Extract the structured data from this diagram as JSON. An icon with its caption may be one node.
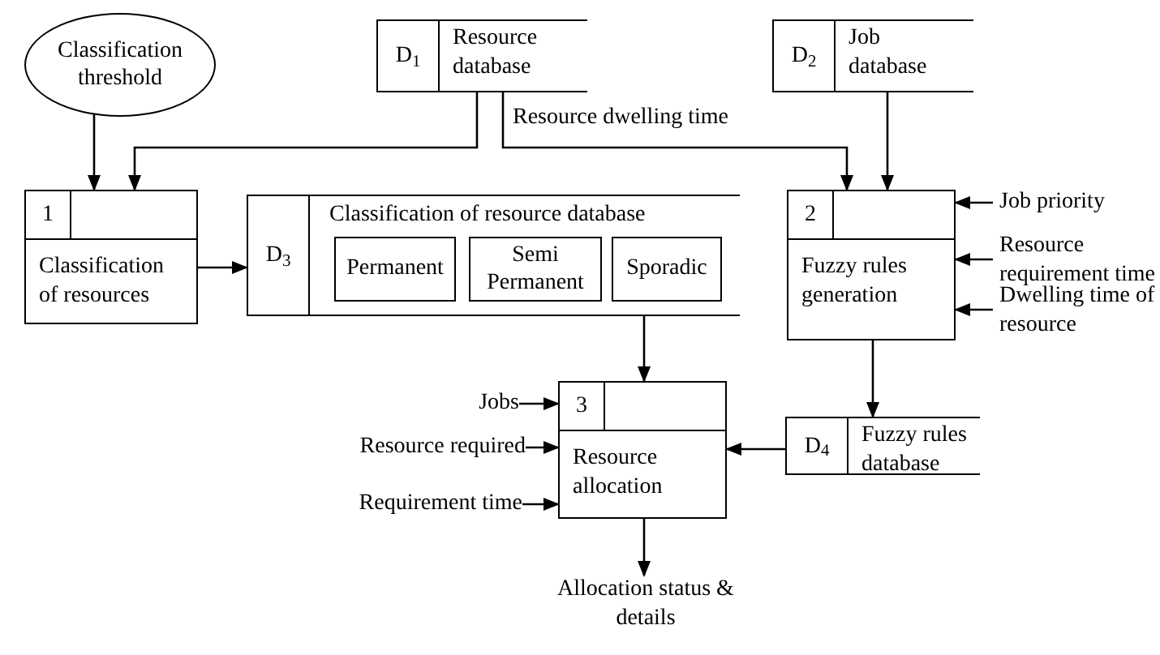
{
  "diagram": {
    "nodes": [
      {
        "text": [
          "Classification threshold"
        ]
      },
      {
        "text": [
          "1",
          "Classification of resources"
        ]
      },
      {
        "text": [
          "D$_{1}$",
          "Resource database"
        ]
      },
      {
        "text": [
          "D$_{2}$",
          "Job database"
        ]
      },
      {
        "text": [
          "D$_{3}$",
          "Classification of resource database"
        ]
      },
      {
        "text": [
          "Permanent"
        ],
        "in": 4
      },
      {
        "text": [
          "Semi Permanent"
        ],
        "in": 4
      },
      {
        "text": [
          "Sporadic"
        ],
        "in": 4
      },
      {
        "text": [
          "2",
          "Fuzzy rules generation"
        ]
      },
      {
        "text": [
          "3",
          "Resource allocation"
        ]
      },
      {
        "text": [
          "D$_{4}$",
          "Fuzzy rules database"
        ]
      },
      {
        "text": [
          "Job priority"
        ]
      },
      {
        "text": [
          "Resource requirement time"
        ]
      },
      {
        "text": [
          "Dwelling time of resource"
        ]
      },
      {
        "text": [
          "Jobs"
        ]
      },
      {
        "text": [
          "Resource required"
        ]
      },
      {
        "text": [
          "Requirement time"
        ]
      },
      {
        "text": [
          "Allocation status & details"
        ]
      }
    ],
    "edges": [
      {
        "from": 0,
        "to": 1,
        "arrow": "to"
      },
      {
        "from": 2,
        "to": 1,
        "arrow": "to"
      },
      {
        "from": 2,
        "to": 8,
        "arrow": "to",
        "label": "Resource dwelling time"
      },
      {
        "from": 3,
        "to": 8,
        "arrow": "to"
      },
      {
        "from": 1,
        "to": 4,
        "arrow": "to"
      },
      {
        "from": 4,
        "to": 9,
        "arrow": "to"
      },
      {
        "from": 8,
        "to": 10,
        "arrow": "to"
      },
      {
        "from": 10,
        "to": 9,
        "arrow": "to"
      },
      {
        "from": 11,
        "to": 8,
        "arrow": "to"
      },
      {
        "from": 12,
        "to": 8,
        "arrow": "to"
      },
      {
        "from": 13,
        "to": 8,
        "arrow": "to"
      },
      {
        "from": 14,
        "to": 9,
        "arrow": "to"
      },
      {
        "from": 15,
        "to": 9,
        "arrow": "to"
      },
      {
        "from": 16,
        "to": 9,
        "arrow": "to"
      },
      {
        "from": 9,
        "to": 17,
        "arrow": "to"
      }
    ]
  }
}
